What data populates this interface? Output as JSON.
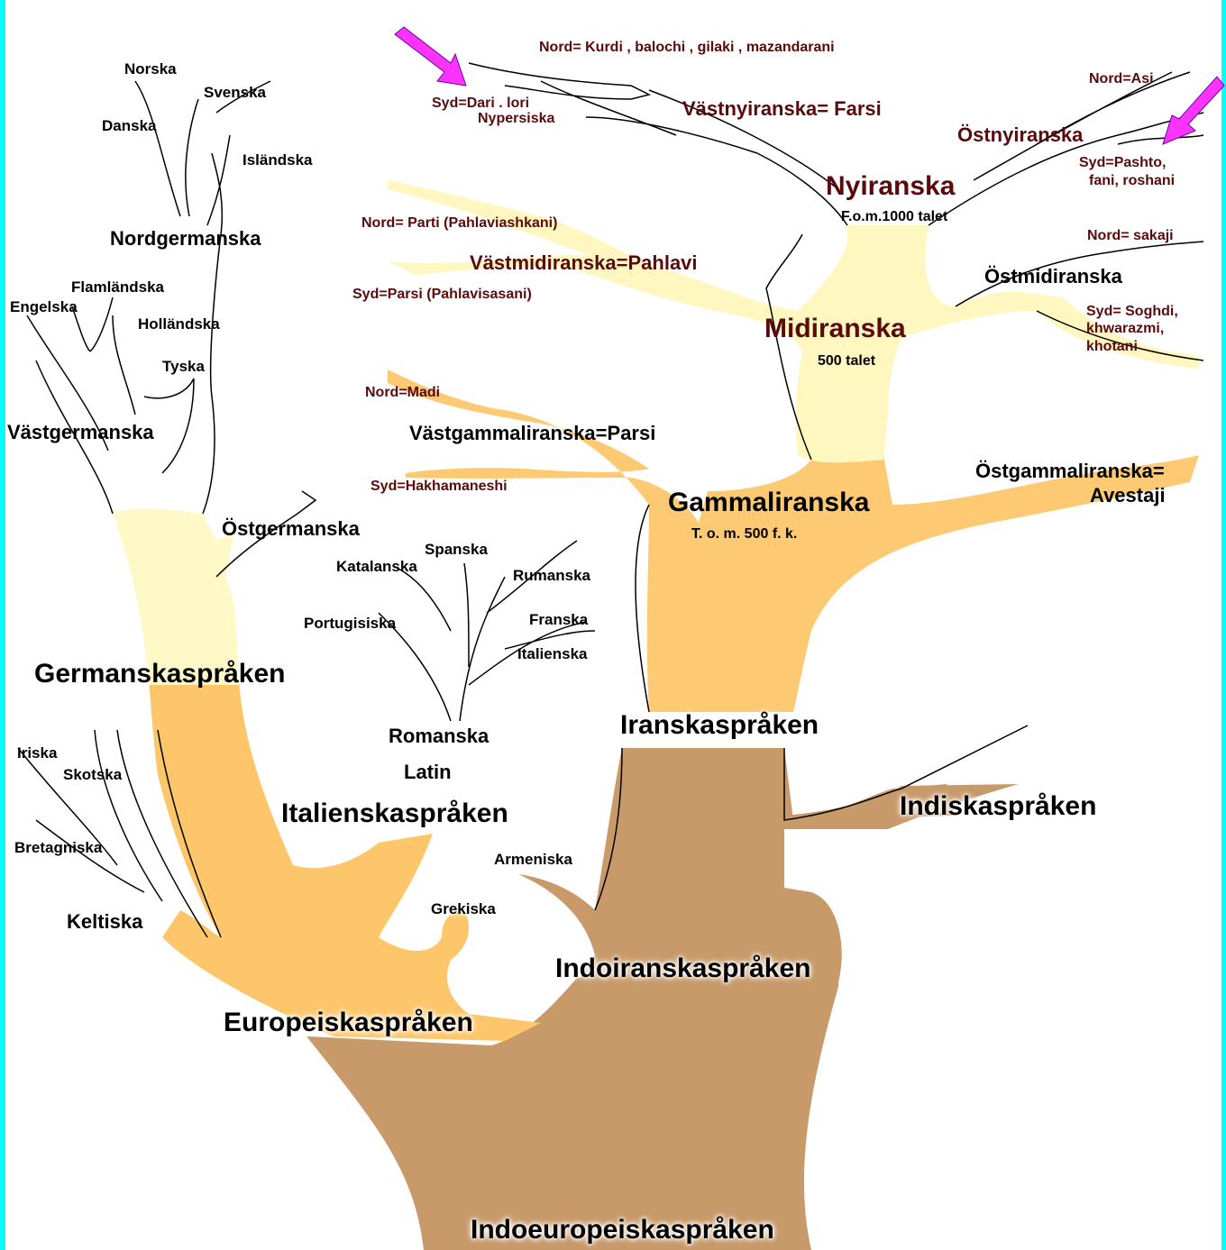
{
  "colors": {
    "frame": "#00ffff",
    "trunk_brown": "#c89a6a",
    "orange": "#fdc66a",
    "tan": "#fbd7a0",
    "pale_yellow": "#fff9c8",
    "arrow": "#ff33ff",
    "dark_red_text": "#5a0a0a"
  },
  "labels": {
    "indoeuropeiska": "Indoeuropeiskaspråken",
    "europeiska": "Europeiskaspråken",
    "indoiranska": "Indoiranskaspråken",
    "indiska": "Indiskaspråken",
    "iranska": "Iranskaspråken",
    "armeniska": "Armeniska",
    "grekiska": "Grekiska",
    "keltiska": "Keltiska",
    "bretagniska": "Bretagniska",
    "skotska": "Skotska",
    "iriska": "Iriska",
    "italienskasprak": "Italienskaspråken",
    "latin": "Latin",
    "romanska": "Romanska",
    "italienska": "Italienska",
    "franska": "Franska",
    "rumanska": "Rumanska",
    "spanska": "Spanska",
    "katalanska": "Katalanska",
    "portugisiska": "Portugisiska",
    "germanska": "Germanskaspråken",
    "ostgermanska": "Östgermanska",
    "vastgermanska": "Västgermanska",
    "engelska": "Engelska",
    "flamlandska": "Flamländska",
    "hollandska": "Holländska",
    "tyska": "Tyska",
    "nordgermanska": "Nordgermanska",
    "islandska": "Isländska",
    "danska": "Danska",
    "svenska": "Svenska",
    "norska": "Norska",
    "gammaliranska": "Gammaliranska",
    "gammal_date": "T. o. m. 500 f. k.",
    "ostgammal_1": "Östgammaliranska=",
    "ostgammal_2": "Avestaji",
    "vastgammal": "Västgammaliranska=Parsi",
    "nord_madi": "Nord=Madi",
    "syd_hakhamaneshi": "Syd=Hakhamaneshi",
    "midiranska": "Midiranska",
    "mid_date": "500 talet",
    "ostmid": "Östmidiranska",
    "nord_sakaji": "Nord= sakaji",
    "syd_soghdi_1": "Syd= Soghdi,",
    "syd_soghdi_2": "khwarazmi,",
    "syd_soghdi_3": "khotani",
    "vastmid": "Västmidiranska=Pahlavi",
    "nord_parti": "Nord= Parti (Pahlaviashkani)",
    "syd_parsi": "Syd=Parsi (Pahlavisasani)",
    "nyiranska": "Nyiranska",
    "ny_date": "F.o.m.1000 talet",
    "ostny": "Östnyiranska",
    "nord_asi": "Nord=Asi",
    "syd_pashto_1": "Syd=Pashto,",
    "syd_pashto_2": "fani, roshani",
    "vastny": "Västnyiranska= Farsi",
    "nord_kurdi": "Nord= Kurdi , balochi , gilaki , mazandarani",
    "syd_dari": "Syd=Dari . lori",
    "nypersiska": "Nypersiska"
  },
  "icons": [
    "pointer-arrow-icon",
    "pointer-arrow-icon"
  ]
}
